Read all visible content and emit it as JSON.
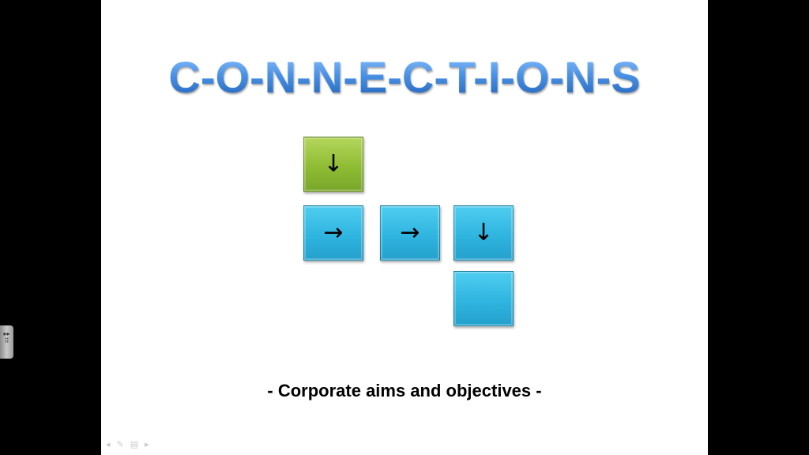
{
  "slide": {
    "title": "C-O-N-N-E-C-T-I-O-N-S",
    "subtitle": "- Corporate aims and objectives -",
    "tiles": [
      {
        "color": "green",
        "arrow": "↓"
      },
      {
        "color": "blue",
        "arrow": "→"
      },
      {
        "color": "blue",
        "arrow": "→"
      },
      {
        "color": "blue",
        "arrow": "↓"
      },
      {
        "color": "blue",
        "arrow": ""
      }
    ],
    "colors": {
      "title": "#2f6fc2",
      "green_tile": "#8fbc34",
      "blue_tile": "#2fb5e0",
      "background": "#ffffff",
      "letterbox": "#000000"
    }
  },
  "nav": {
    "prev_icon": "◂",
    "pen_icon": "✎",
    "menu_icon": "▤",
    "next_icon": "▸"
  },
  "side_handle": {
    "expand_icon": "▸▸",
    "grip_icon": "⠿"
  }
}
